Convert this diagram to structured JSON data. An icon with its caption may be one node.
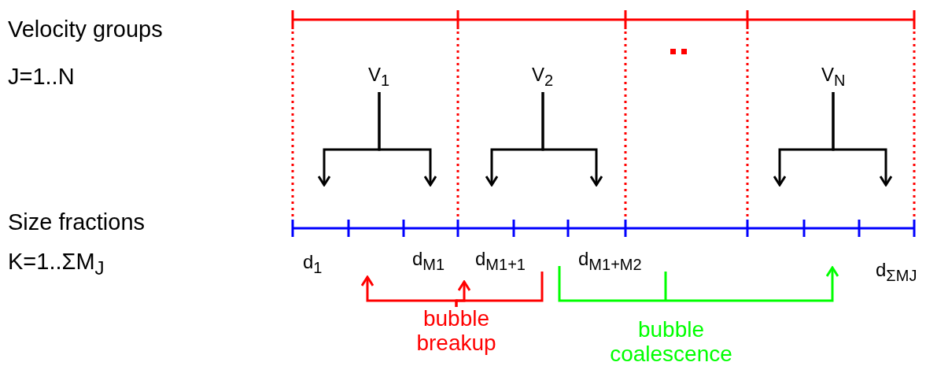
{
  "diagram": {
    "nodes": [
      {
        "text": [
          "V$_{1}$"
        ]
      },
      {
        "text": [
          "V$_{2}$"
        ]
      },
      {
        "text": [
          "V$_{N}$"
        ]
      },
      {
        "text": [
          "bubble breakup"
        ]
      },
      {
        "text": [
          "bubble coalescence"
        ]
      }
    ],
    "edges": [
      {
        "from": 0,
        "to": null,
        "arrow": "to"
      },
      {
        "from": 0,
        "to": null,
        "arrow": "to"
      },
      {
        "from": 1,
        "to": null,
        "arrow": "to"
      },
      {
        "from": 1,
        "to": null,
        "arrow": "to"
      },
      {
        "from": 2,
        "to": null,
        "arrow": "to"
      },
      {
        "from": 2,
        "to": null,
        "arrow": "to"
      },
      {
        "from": 3,
        "to": null,
        "arrow": "to",
        "color": "#ff0000"
      },
      {
        "from": 3,
        "to": null,
        "arrow": "to",
        "color": "#ff0000"
      },
      {
        "from": 4,
        "to": null,
        "arrow": "to",
        "color": "#00ff00"
      }
    ],
    "labels": [
      "Velocity groups",
      "J=1..N",
      "Size fractions",
      "K=1..ΣM$_{J}$",
      "d$_{1}$",
      "d$_{M1}$",
      "d$_{M1+1}$",
      "d$_{M1+M2}$",
      "d$_{ΣMJ}$"
    ]
  }
}
